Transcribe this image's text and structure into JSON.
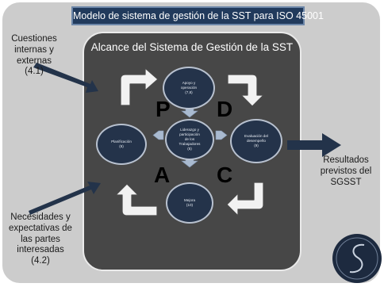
{
  "title": "Modelo de sistema de gestión de la SST para ISO 45001",
  "scope_title": "Alcance del Sistema de Gestión de la SST",
  "cycle": {
    "p": "P",
    "d": "D",
    "c": "C",
    "a": "A"
  },
  "nodes": {
    "top": {
      "line1": "Apoyo y",
      "line2": "operación",
      "ref": "(7,8)"
    },
    "left": {
      "line1": "Planificación",
      "ref": "(6)"
    },
    "center": {
      "line1": "Liderazgo y",
      "line2": "participación",
      "line3": "de los",
      "line4": "Trabajadores",
      "ref": "(5)"
    },
    "right": {
      "line1": "Evaluación del",
      "line2": "desempeño",
      "ref": "(9)"
    },
    "bottom": {
      "line1": "Mejora",
      "ref": "(10)"
    }
  },
  "inputs": {
    "issues": {
      "line1": "Cuestiones",
      "line2": "internas y",
      "line3": "externas",
      "ref": "(4.1)"
    },
    "needs": {
      "line1": "Necesidades y",
      "line2": "expectativas de",
      "line3": "las partes",
      "line4": "interesadas",
      "ref": "(4.2)"
    }
  },
  "outputs": {
    "line1": "Resultados",
    "line2": "previstos del",
    "line3": "SGSST"
  },
  "colors": {
    "frame": "#cccccc",
    "panel": "#474747",
    "node": "#24334a",
    "title_bar": "#213a5c",
    "arrow": "#23334a"
  }
}
